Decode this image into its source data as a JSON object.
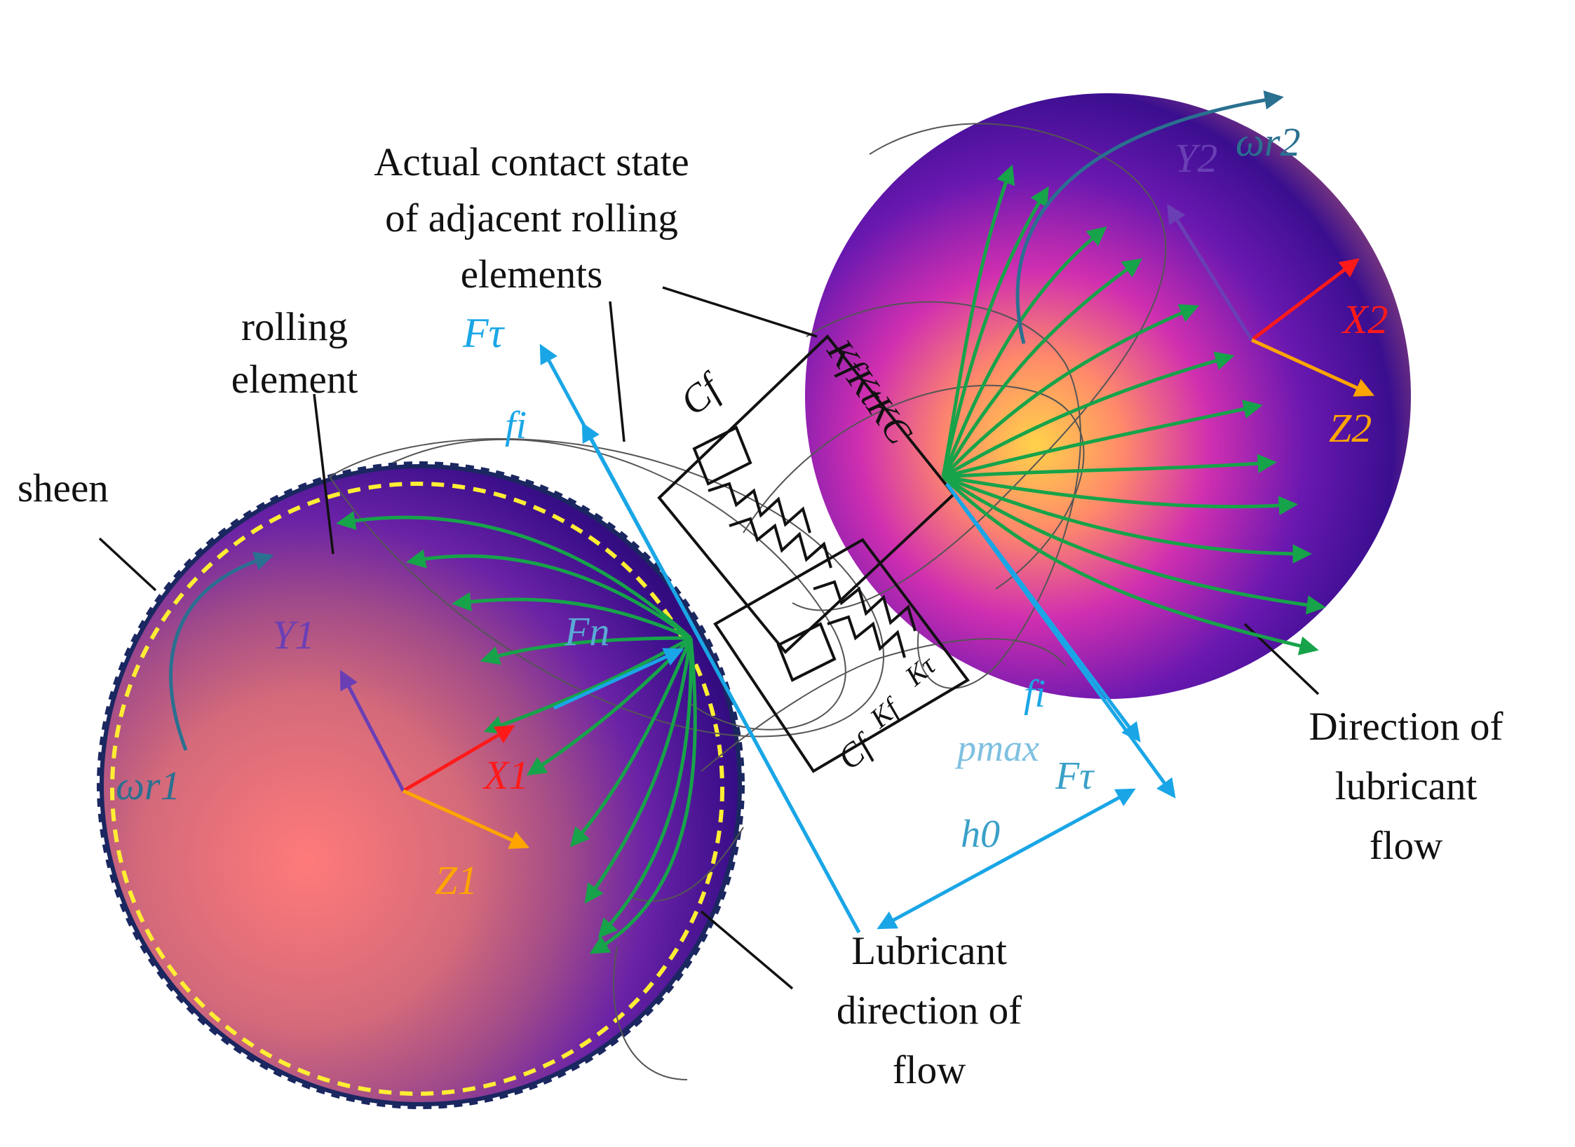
{
  "labels": {
    "sheen": "sheen",
    "rolling_element": [
      "rolling",
      "element"
    ],
    "actual_contact": [
      "Actual contact state",
      "of adjacent rolling",
      "elements"
    ],
    "lubricant_dir_flow": [
      "Lubricant",
      "direction of",
      "flow"
    ],
    "dir_lubricant_flow": [
      "Direction of",
      "lubricant",
      "flow"
    ]
  },
  "symbols": {
    "f_tau_top": "Fτ",
    "f_i_top": "fi",
    "f_n": "Fn",
    "f_i_bottom": "fi",
    "f_tau_bottom": "Fτ",
    "h0": "h0",
    "pmax": "pmax",
    "omega_r1": "ωr1",
    "omega_r2": "ωr2",
    "x1": "X1",
    "y1": "Y1",
    "z1": "Z1",
    "x2": "X2",
    "y2": "Y2",
    "z2": "Z2",
    "cf_top": "Cf",
    "kf_kt_kc": "KfKtKC",
    "k_tau": "Kτ",
    "kf_bottom": "Kf",
    "cf_bottom": "Cf"
  },
  "colors": {
    "blue_arrow": "#1aa6e6",
    "green_arrow": "#17a34a",
    "red_axis": "#ff1a1a",
    "orange_axis": "#ffa500",
    "purple_axis": "#6a3fb5",
    "omega_arrow": "#2a7090",
    "dashed_yellow": "#ffee33",
    "dashed_navy": "#1a2760"
  }
}
